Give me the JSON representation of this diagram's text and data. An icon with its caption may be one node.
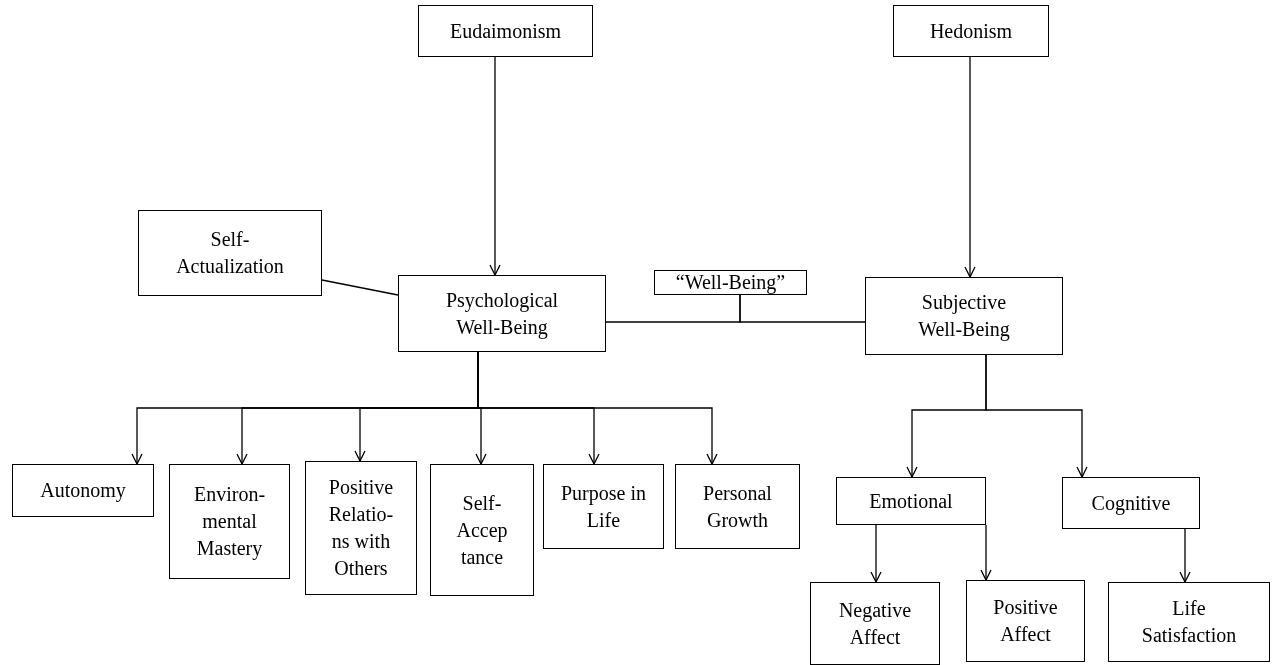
{
  "diagram": {
    "nodes": [
      {
        "text": [
          "Eudaimonism"
        ]
      },
      {
        "text": [
          "Hedonism"
        ]
      },
      {
        "text": [
          "Self- Actualization"
        ]
      },
      {
        "text": [
          "Psychological Well-Being"
        ]
      },
      {
        "text": [
          "“Well-Being”"
        ]
      },
      {
        "text": [
          "Subjective Well-Being"
        ]
      },
      {
        "text": [
          "Autonomy"
        ]
      },
      {
        "text": [
          "Environ- mental Mastery"
        ]
      },
      {
        "text": [
          "Positive Relatio- ns with Others"
        ]
      },
      {
        "text": [
          "Self- Accep tance"
        ]
      },
      {
        "text": [
          "Purpose in Life"
        ]
      },
      {
        "text": [
          "Personal Growth"
        ]
      },
      {
        "text": [
          "Emotional"
        ]
      },
      {
        "text": [
          "Cognitive"
        ]
      },
      {
        "text": [
          "Negative Affect"
        ]
      },
      {
        "text": [
          "Positive Affect"
        ]
      },
      {
        "text": [
          "Life Satisfaction"
        ]
      }
    ],
    "edges": [
      {
        "from": 0,
        "to": 3,
        "arrow": "to"
      },
      {
        "from": 1,
        "to": 5,
        "arrow": "to"
      },
      {
        "from": 2,
        "to": 3,
        "arrow": "none"
      },
      {
        "from": 4,
        "to": 3,
        "arrow": "none"
      },
      {
        "from": 4,
        "to": 5,
        "arrow": "none"
      },
      {
        "from": 3,
        "to": 6,
        "arrow": "to"
      },
      {
        "from": 3,
        "to": 7,
        "arrow": "to"
      },
      {
        "from": 3,
        "to": 8,
        "arrow": "to"
      },
      {
        "from": 3,
        "to": 9,
        "arrow": "to"
      },
      {
        "from": 3,
        "to": 10,
        "arrow": "to"
      },
      {
        "from": 3,
        "to": 11,
        "arrow": "to"
      },
      {
        "from": 5,
        "to": 12,
        "arrow": "to"
      },
      {
        "from": 5,
        "to": 13,
        "arrow": "to"
      },
      {
        "from": 12,
        "to": 14,
        "arrow": "to"
      },
      {
        "from": 12,
        "to": 15,
        "arrow": "to"
      },
      {
        "from": 13,
        "to": 16,
        "arrow": "to"
      }
    ]
  }
}
